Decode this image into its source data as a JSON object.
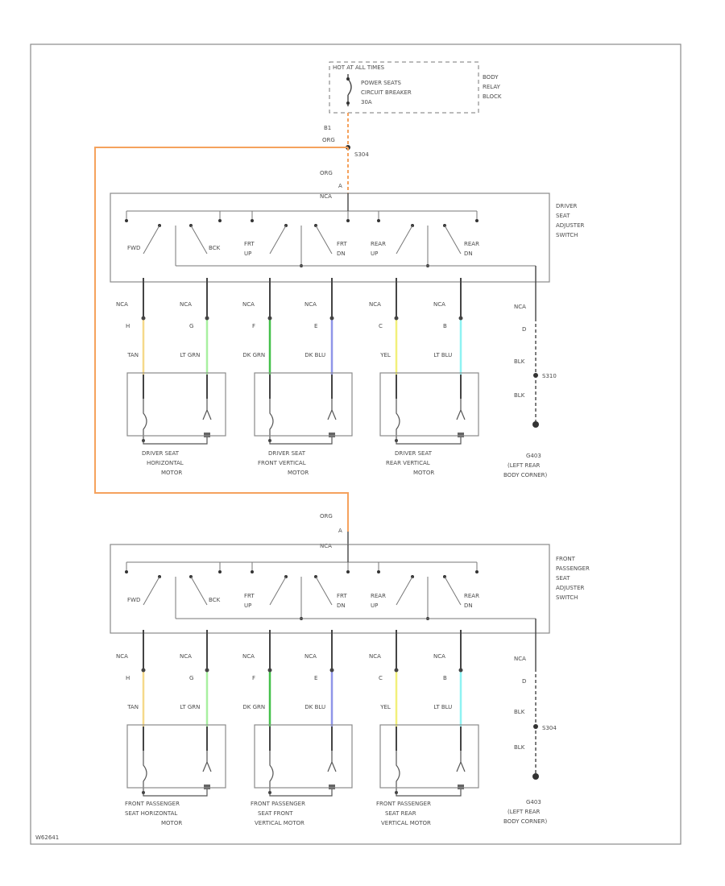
{
  "colors": {
    "orange": "#f5a25d",
    "tan": "#f6d98a",
    "lt_grn": "#a8f0a0",
    "dk_grn": "#44c04a",
    "dk_blu": "#8f95e8",
    "yel": "#f2f07a",
    "lt_blu": "#8ff2f2"
  },
  "top": {
    "fuse_header": "HOT AT ALL TIMES",
    "fuse_line1": "POWER SEATS",
    "fuse_line2": "CIRCUIT BREAKER",
    "fuse_line3": "30A",
    "block_line1": "BODY",
    "block_line2": "RELAY",
    "block_line3": "BLOCK",
    "wire_num": "B1",
    "wire_color": "ORG",
    "splice": "S304"
  },
  "driver": {
    "feed_color": "ORG",
    "feed_pin": "A",
    "feed_conn": "NCA",
    "switch_title": [
      "DRIVER",
      "SEAT",
      "ADJUSTER",
      "SWITCH"
    ],
    "switch_labels": {
      "fwd": "FWD",
      "bck": "BCK",
      "frt_up_1": "FRT",
      "frt_up_2": "UP",
      "frt_dn_1": "FRT",
      "frt_dn_2": "DN",
      "rear_up_1": "REAR",
      "rear_up_2": "UP",
      "rear_dn_1": "REAR",
      "rear_dn_2": "DN"
    },
    "wires": [
      {
        "conn": "NCA",
        "pin": "H",
        "color": "TAN",
        "key": "tan"
      },
      {
        "conn": "NCA",
        "pin": "G",
        "color": "LT GRN",
        "key": "lt_grn"
      },
      {
        "conn": "NCA",
        "pin": "F",
        "color": "DK GRN",
        "key": "dk_grn"
      },
      {
        "conn": "NCA",
        "pin": "E",
        "color": "DK BLU",
        "key": "dk_blu"
      },
      {
        "conn": "NCA",
        "pin": "C",
        "color": "YEL",
        "key": "yel"
      },
      {
        "conn": "NCA",
        "pin": "B",
        "color": "LT BLU",
        "key": "lt_blu"
      }
    ],
    "ground": {
      "conn": "NCA",
      "pin": "D",
      "color1": "BLK",
      "splice": "S310",
      "color2": "BLK"
    },
    "ground_label": [
      "G403",
      "(LEFT REAR",
      "BODY CORNER)"
    ],
    "motors": [
      [
        "DRIVER SEAT",
        "HORIZONTAL",
        "MOTOR"
      ],
      [
        "DRIVER SEAT",
        "FRONT VERTICAL",
        "MOTOR"
      ],
      [
        "DRIVER SEAT",
        "REAR VERTICAL",
        "MOTOR"
      ]
    ]
  },
  "passenger": {
    "feed_color": "ORG",
    "feed_pin": "A",
    "feed_conn": "NCA",
    "switch_title": [
      "FRONT",
      "PASSENGER",
      "SEAT",
      "ADJUSTER",
      "SWITCH"
    ],
    "switch_labels": {
      "fwd": "FWD",
      "bck": "BCK",
      "frt_up_1": "FRT",
      "frt_up_2": "UP",
      "frt_dn_1": "FRT",
      "frt_dn_2": "DN",
      "rear_up_1": "REAR",
      "rear_up_2": "UP",
      "rear_dn_1": "REAR",
      "rear_dn_2": "DN"
    },
    "wires": [
      {
        "conn": "NCA",
        "pin": "H",
        "color": "TAN",
        "key": "tan"
      },
      {
        "conn": "NCA",
        "pin": "G",
        "color": "LT GRN",
        "key": "lt_grn"
      },
      {
        "conn": "NCA",
        "pin": "F",
        "color": "DK GRN",
        "key": "dk_grn"
      },
      {
        "conn": "NCA",
        "pin": "E",
        "color": "DK BLU",
        "key": "dk_blu"
      },
      {
        "conn": "NCA",
        "pin": "C",
        "color": "YEL",
        "key": "yel"
      },
      {
        "conn": "NCA",
        "pin": "B",
        "color": "LT BLU",
        "key": "lt_blu"
      }
    ],
    "ground": {
      "conn": "NCA",
      "pin": "D",
      "color1": "BLK",
      "splice": "S304",
      "color2": "BLK"
    },
    "ground_label": [
      "G403",
      "(LEFT REAR",
      "BODY CORNER)"
    ],
    "motors": [
      [
        "FRONT PASSENGER",
        "SEAT HORIZONTAL",
        "MOTOR"
      ],
      [
        "FRONT PASSENGER",
        "SEAT FRONT",
        "VERTICAL MOTOR"
      ],
      [
        "FRONT PASSENGER",
        "SEAT REAR",
        "VERTICAL MOTOR"
      ]
    ]
  },
  "footer": {
    "code": "W62641"
  }
}
